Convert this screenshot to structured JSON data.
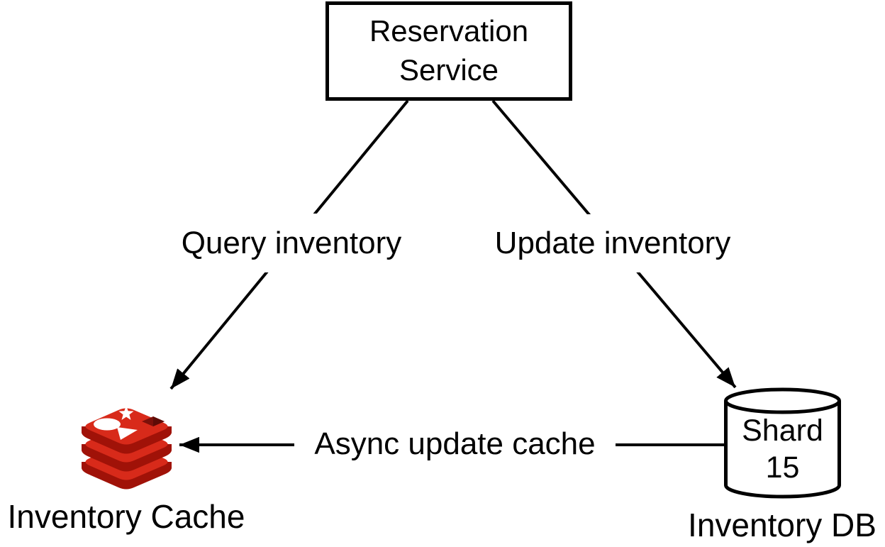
{
  "nodes": {
    "reservation_service": {
      "label": "Reservation Service"
    },
    "inventory_cache": {
      "label": "Inventory Cache",
      "icon": "redis-stack-icon"
    },
    "inventory_db": {
      "label": "Inventory DB",
      "icon": "database-cylinder-icon",
      "shard_line1": "Shard",
      "shard_line2": "15"
    }
  },
  "edges": {
    "query_inventory": {
      "label": "Query inventory",
      "from": "Reservation Service",
      "to": "Inventory Cache"
    },
    "update_inventory": {
      "label": "Update inventory",
      "from": "Reservation Service",
      "to": "Inventory DB"
    },
    "async_update_cache": {
      "label": "Async update cache",
      "from": "Inventory DB",
      "to": "Inventory Cache"
    }
  },
  "colors": {
    "background": "#ffffff",
    "line": "#000000",
    "node_fill": "#ffffff",
    "redis_red": "#d82a1a",
    "redis_dark_red": "#a01208",
    "redis_hole": "#7c100a",
    "redis_shapes": "#ffffff"
  }
}
